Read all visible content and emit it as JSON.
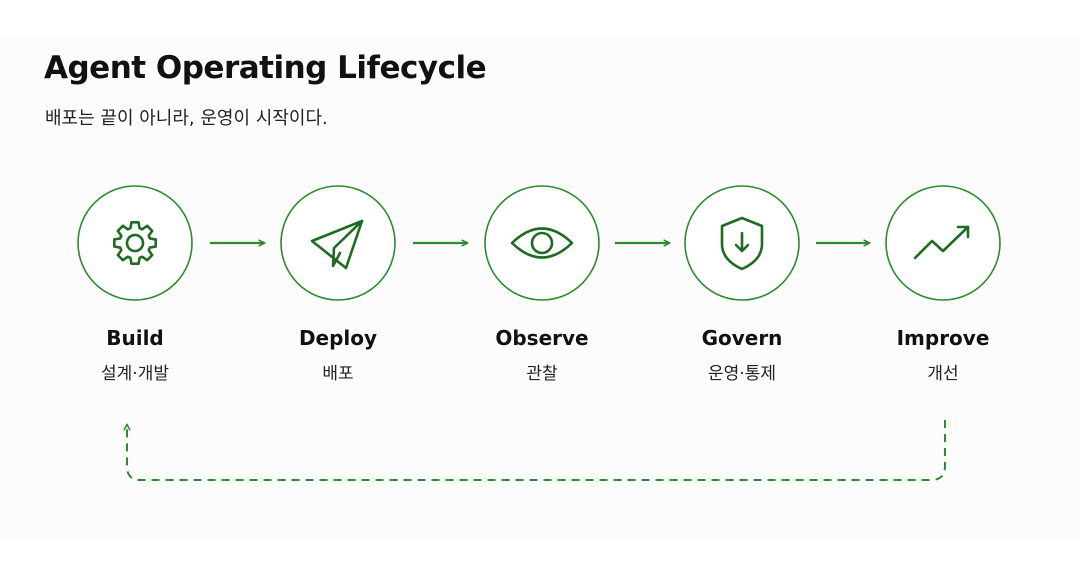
{
  "title": "Agent Operating Lifecycle",
  "subtitle": "배포는 끝이 아니라, 운영이 시작이다.",
  "colors": {
    "accent": "#2e8b2e",
    "text": "#111111"
  },
  "stages": [
    {
      "name": "Build",
      "desc": "설계·개발",
      "icon": "gear-icon"
    },
    {
      "name": "Deploy",
      "desc": "배포",
      "icon": "paper-plane-icon"
    },
    {
      "name": "Observe",
      "desc": "관찰",
      "icon": "eye-icon"
    },
    {
      "name": "Govern",
      "desc": "운영·통제",
      "icon": "shield-icon"
    },
    {
      "name": "Improve",
      "desc": "개선",
      "icon": "trend-up-icon"
    }
  ],
  "feedback_loop": {
    "from": "Improve",
    "to": "Build",
    "style": "dashed"
  }
}
